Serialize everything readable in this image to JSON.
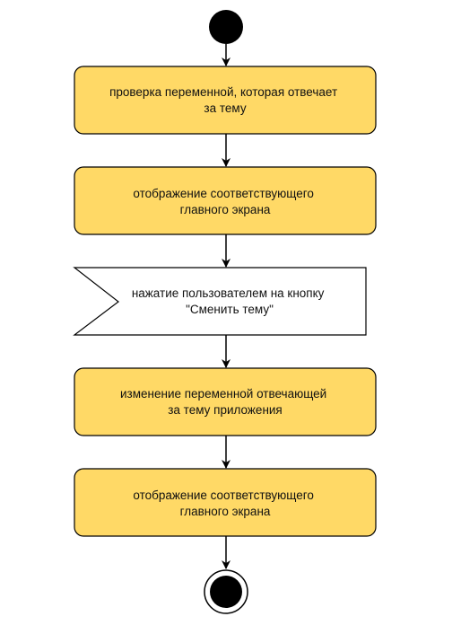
{
  "colors": {
    "action_fill": "#ffd966",
    "stroke": "#000000",
    "signal_fill": "#ffffff",
    "background": "#ffffff"
  },
  "nodes": {
    "check_variable": {
      "line1": "проверка переменной, которая отвечает",
      "line2": "за тему"
    },
    "show_main_screen_1": {
      "line1": "отображение соответствующего",
      "line2": "главного экрана"
    },
    "user_click_signal": {
      "line1": "нажатие пользователем на кнопку",
      "line2": "\"Сменить тему\""
    },
    "change_variable": {
      "line1": "изменение переменной отвечающей",
      "line2": "за тему приложения"
    },
    "show_main_screen_2": {
      "line1": "отображение соответствующего",
      "line2": "главного экрана"
    }
  }
}
